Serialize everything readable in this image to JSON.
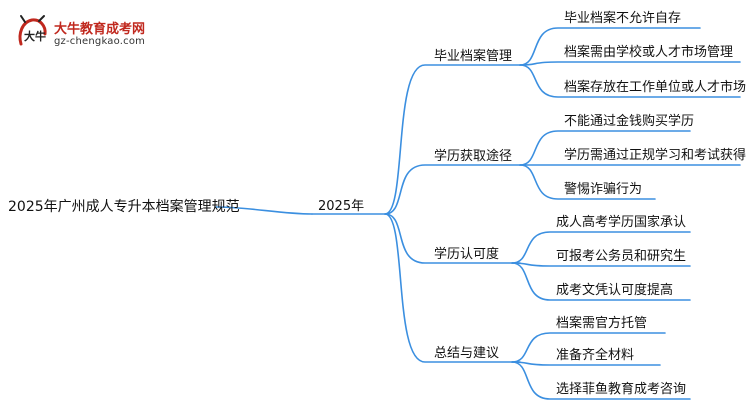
{
  "logo": {
    "title": "大牛教育成考网",
    "url": "gz-chengkao.com",
    "mark_text": "大牛",
    "color": "#c0281e"
  },
  "colors": {
    "edge": "#3b8fe0",
    "text": "#111111"
  },
  "mindmap": {
    "root": "2025年广州成人专升本档案管理规范",
    "center": "2025年",
    "branches": [
      {
        "label": "毕业档案管理",
        "children": [
          "毕业档案不允许自存",
          "档案需由学校或人才市场管理",
          "档案存放在工作单位或人才市场"
        ]
      },
      {
        "label": "学历获取途径",
        "children": [
          "不能通过金钱购买学历",
          "学历需通过正规学习和考试获得",
          "警惕诈骗行为"
        ]
      },
      {
        "label": "学历认可度",
        "children": [
          "成人高考学历国家承认",
          "可报考公务员和研究生",
          "成考文凭认可度提高"
        ]
      },
      {
        "label": "总结与建议",
        "children": [
          "档案需官方托管",
          "准备齐全材料",
          "选择菲鱼教育成考咨询"
        ]
      }
    ]
  }
}
